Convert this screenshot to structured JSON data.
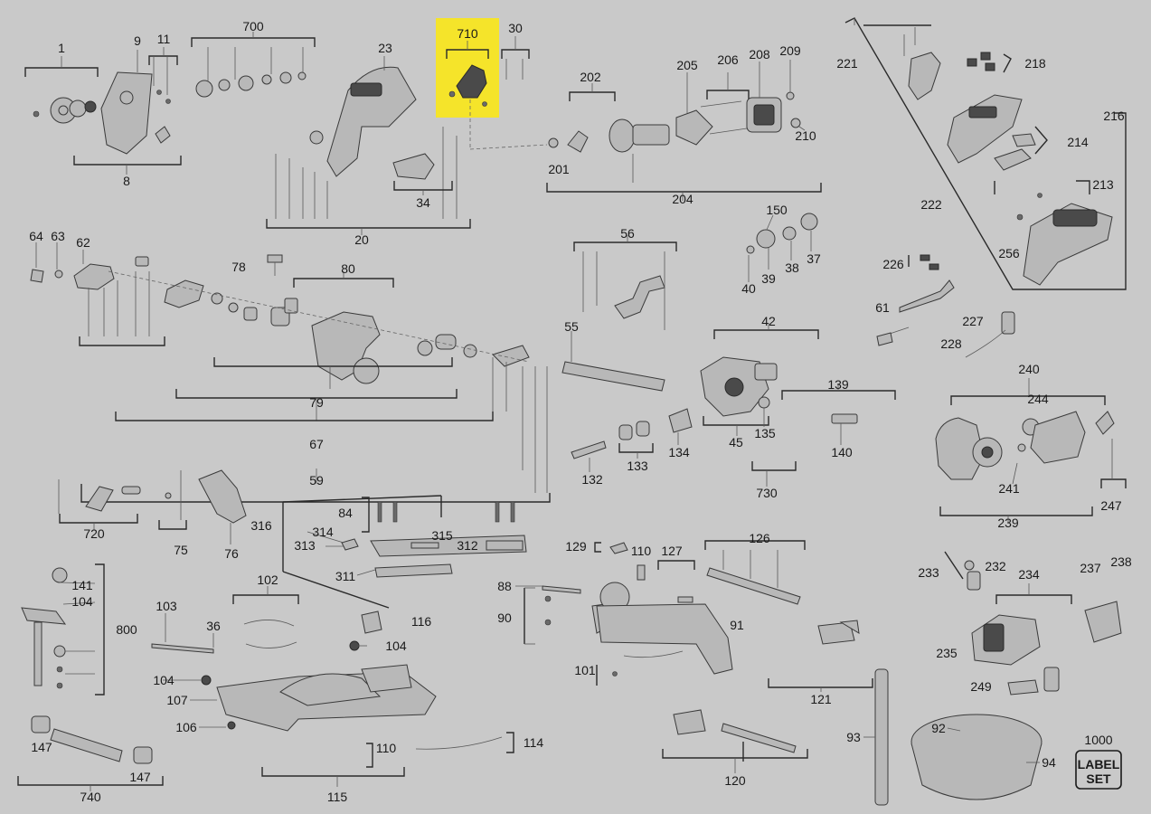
{
  "callouts": {
    "c1": "1",
    "c8": "8",
    "c9": "9",
    "c11": "11",
    "c700": "700",
    "c23": "23",
    "c710": "710",
    "c30": "30",
    "c20": "20",
    "c34": "34",
    "c202": "202",
    "c205": "205",
    "c206": "206",
    "c208": "208",
    "c209": "209",
    "c210": "210",
    "c201": "201",
    "c204": "204",
    "c221": "221",
    "c218": "218",
    "c216": "216",
    "c214": "214",
    "c213": "213",
    "c222": "222",
    "c256": "256",
    "c226": "226",
    "c61": "61",
    "c227": "227",
    "c228": "228",
    "c64": "64",
    "c63": "63",
    "c62": "62",
    "c78": "78",
    "c80": "80",
    "c79": "79",
    "c67": "67",
    "c59": "59",
    "c56": "56",
    "c55": "55",
    "c150": "150",
    "c40": "40",
    "c39": "39",
    "c38": "38",
    "c37": "37",
    "c42": "42",
    "c139": "139",
    "c45": "45",
    "c135": "135",
    "c140": "140",
    "c730": "730",
    "c134": "134",
    "c133": "133",
    "c132": "132",
    "c240": "240",
    "c244": "244",
    "c241": "241",
    "c239": "239",
    "c247": "247",
    "c720": "720",
    "c75": "75",
    "c76": "76",
    "c84": "84",
    "c316": "316",
    "c314": "314",
    "c313": "313",
    "c315": "315",
    "c312": "312",
    "c311": "311",
    "c129": "129",
    "c110a": "110",
    "c127": "127",
    "c126": "126",
    "c88": "88",
    "c90": "90",
    "c91": "91",
    "c101": "101",
    "c121": "121",
    "c233": "233",
    "c232": "232",
    "c234": "234",
    "c237": "237",
    "c238": "238",
    "c235": "235",
    "c249": "249",
    "c141": "141",
    "c104a": "104",
    "c800": "800",
    "c102": "102",
    "c103": "103",
    "c36": "36",
    "c116": "116",
    "c104b": "104",
    "c104c": "104",
    "c107": "107",
    "c106": "106",
    "c110b": "110",
    "c114": "114",
    "c115": "115",
    "c147a": "147",
    "c147b": "147",
    "c740": "740",
    "c120": "120",
    "c93": "93",
    "c92": "92",
    "c94": "94",
    "c1000": "1000"
  },
  "label_set_badge": {
    "line1": "LABEL",
    "line2": "SET"
  },
  "highlight": {
    "callout": "710",
    "color": "#f5e42a"
  },
  "colors": {
    "background": "#c9c9c9",
    "ink": "#1a1a1a",
    "highlight": "#f5e42a"
  }
}
